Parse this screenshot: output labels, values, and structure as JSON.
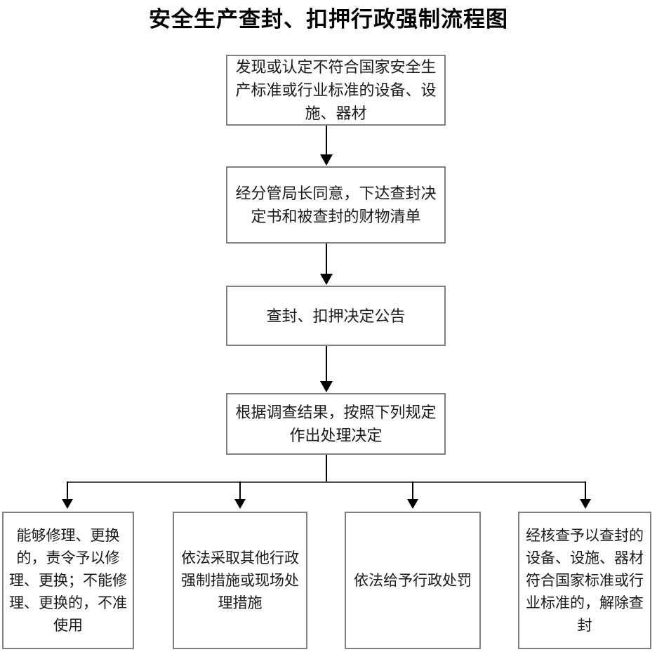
{
  "title": "安全生产查封、扣押行政强制流程图",
  "flow": {
    "main_steps": [
      {
        "id": "step-1",
        "label": "发现或认定不符合国家安全生产标准或行业标准的设备、设施、器材"
      },
      {
        "id": "step-2",
        "label": "经分管局长同意，下达查封决定书和被查封的财物清单"
      },
      {
        "id": "step-3",
        "label": "查封、扣押决定公告"
      },
      {
        "id": "step-4",
        "label": "根据调查结果，按照下列规定作出处理决定"
      }
    ],
    "outcomes": [
      {
        "id": "outcome-1",
        "label": "能够修理、更换的，责令予以修理、更换；不能修理、更换的，不准使用"
      },
      {
        "id": "outcome-2",
        "label": "依法采取其他行政强制措施或现场处理措施"
      },
      {
        "id": "outcome-3",
        "label": "依法给予行政处罚"
      },
      {
        "id": "outcome-4",
        "label": "经核查予以查封的设备、设施、器材符合国家标准或行业标准的，解除查封"
      }
    ]
  },
  "style": {
    "box_border_color": "#808080",
    "connector_color": "#000000",
    "background_color": "#ffffff",
    "text_color": "#1a1a1a"
  }
}
